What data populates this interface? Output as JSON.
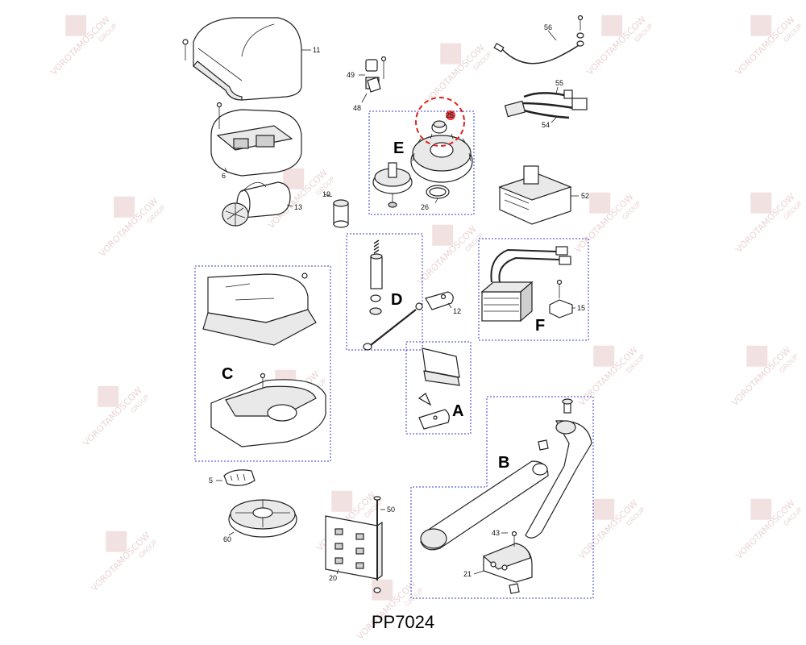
{
  "model_code": "PP7024",
  "watermark": {
    "main": "VOROTAMOSCOW",
    "sub": "GROUP"
  },
  "highlight_color": "#e0201e",
  "group_frame_color": "#3b3bd0",
  "groups": {
    "A": "A",
    "B": "B",
    "C": "C",
    "D": "D",
    "E": "E",
    "F": "F"
  },
  "parts": {
    "p5": "5",
    "p6": "6",
    "p11": "11",
    "p12": "12",
    "p13": "13",
    "p15": "15",
    "p19": "19",
    "p20": "20",
    "p21": "21",
    "p25": "25",
    "p26": "26",
    "p43": "43",
    "p48": "48",
    "p49": "49",
    "p50": "50",
    "p52": "52",
    "p54": "54",
    "p55": "55",
    "p56": "56",
    "p60": "60"
  }
}
